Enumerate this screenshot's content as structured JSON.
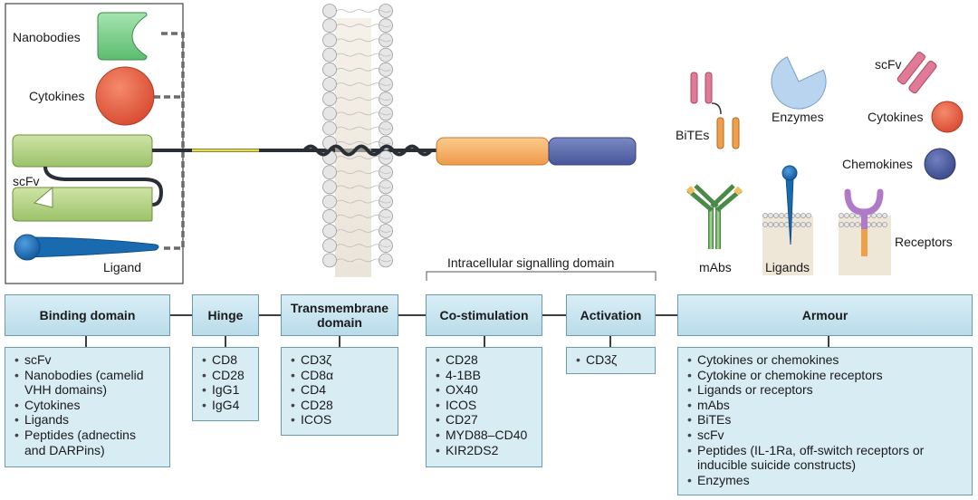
{
  "components": {
    "nanobodies": "Nanobodies",
    "cytokines": "Cytokines",
    "scfv": "scFv",
    "ligand": "Ligand"
  },
  "armour_icons": {
    "bites": "BiTEs",
    "enzymes": "Enzymes",
    "scfv": "scFv",
    "cytokines": "Cytokines",
    "chemokines": "Chemokines",
    "mabs": "mAbs",
    "ligands": "Ligands",
    "receptors": "Receptors"
  },
  "intracellular_label": "Intracellular signalling domain",
  "columns": [
    {
      "header": "Binding domain",
      "items": [
        "scFv",
        "Nanobodies (camelid",
        "VHH domains)",
        "Cytokines",
        "Ligands",
        "Peptides (adnectins",
        "and DARPins)"
      ]
    },
    {
      "header": "Hinge",
      "items": [
        "CD8",
        "CD28",
        "IgG1",
        "IgG4"
      ]
    },
    {
      "header": "Transmembrane domain",
      "items": [
        "CD3ζ",
        "CD8α",
        "CD4",
        "CD28",
        "ICOS"
      ]
    },
    {
      "header": "Co-stimulation",
      "items": [
        "CD28",
        "4-1BB",
        "OX40",
        "ICOS",
        "CD27",
        "MYD88–CD40",
        "KIR2DS2"
      ]
    },
    {
      "header": "Activation",
      "items": [
        "CD3ζ"
      ]
    },
    {
      "header": "Armour",
      "items": [
        "Cytokines or chemokines",
        "Cytokine or chemokine receptors",
        "Ligands or receptors",
        "mAbs",
        "BiTEs",
        "scFv",
        "Peptides (IL-1Ra, off-switch receptors or",
        "inducible suicide constructs)",
        "Enzymes"
      ]
    }
  ],
  "colors": {
    "header_fill": "#c9e5f0",
    "list_fill": "#d8ecf4",
    "border": "#6a9bb0",
    "costim_orange": "#f5b36a",
    "activation_blue": "#5a6aa8",
    "scfv_green": "#b5d38a",
    "nanobody_green": "#7fd08e",
    "cytokine_red": "#e8664a",
    "chemokine_navy": "#4a5a9a",
    "ligand_blue": "#1a6ab0",
    "enzyme_blue": "#b8d4ee",
    "bite_pink": "#e07a96",
    "receptor_purple": "#b07ac8",
    "hinge_yellow": "#f0e060"
  }
}
